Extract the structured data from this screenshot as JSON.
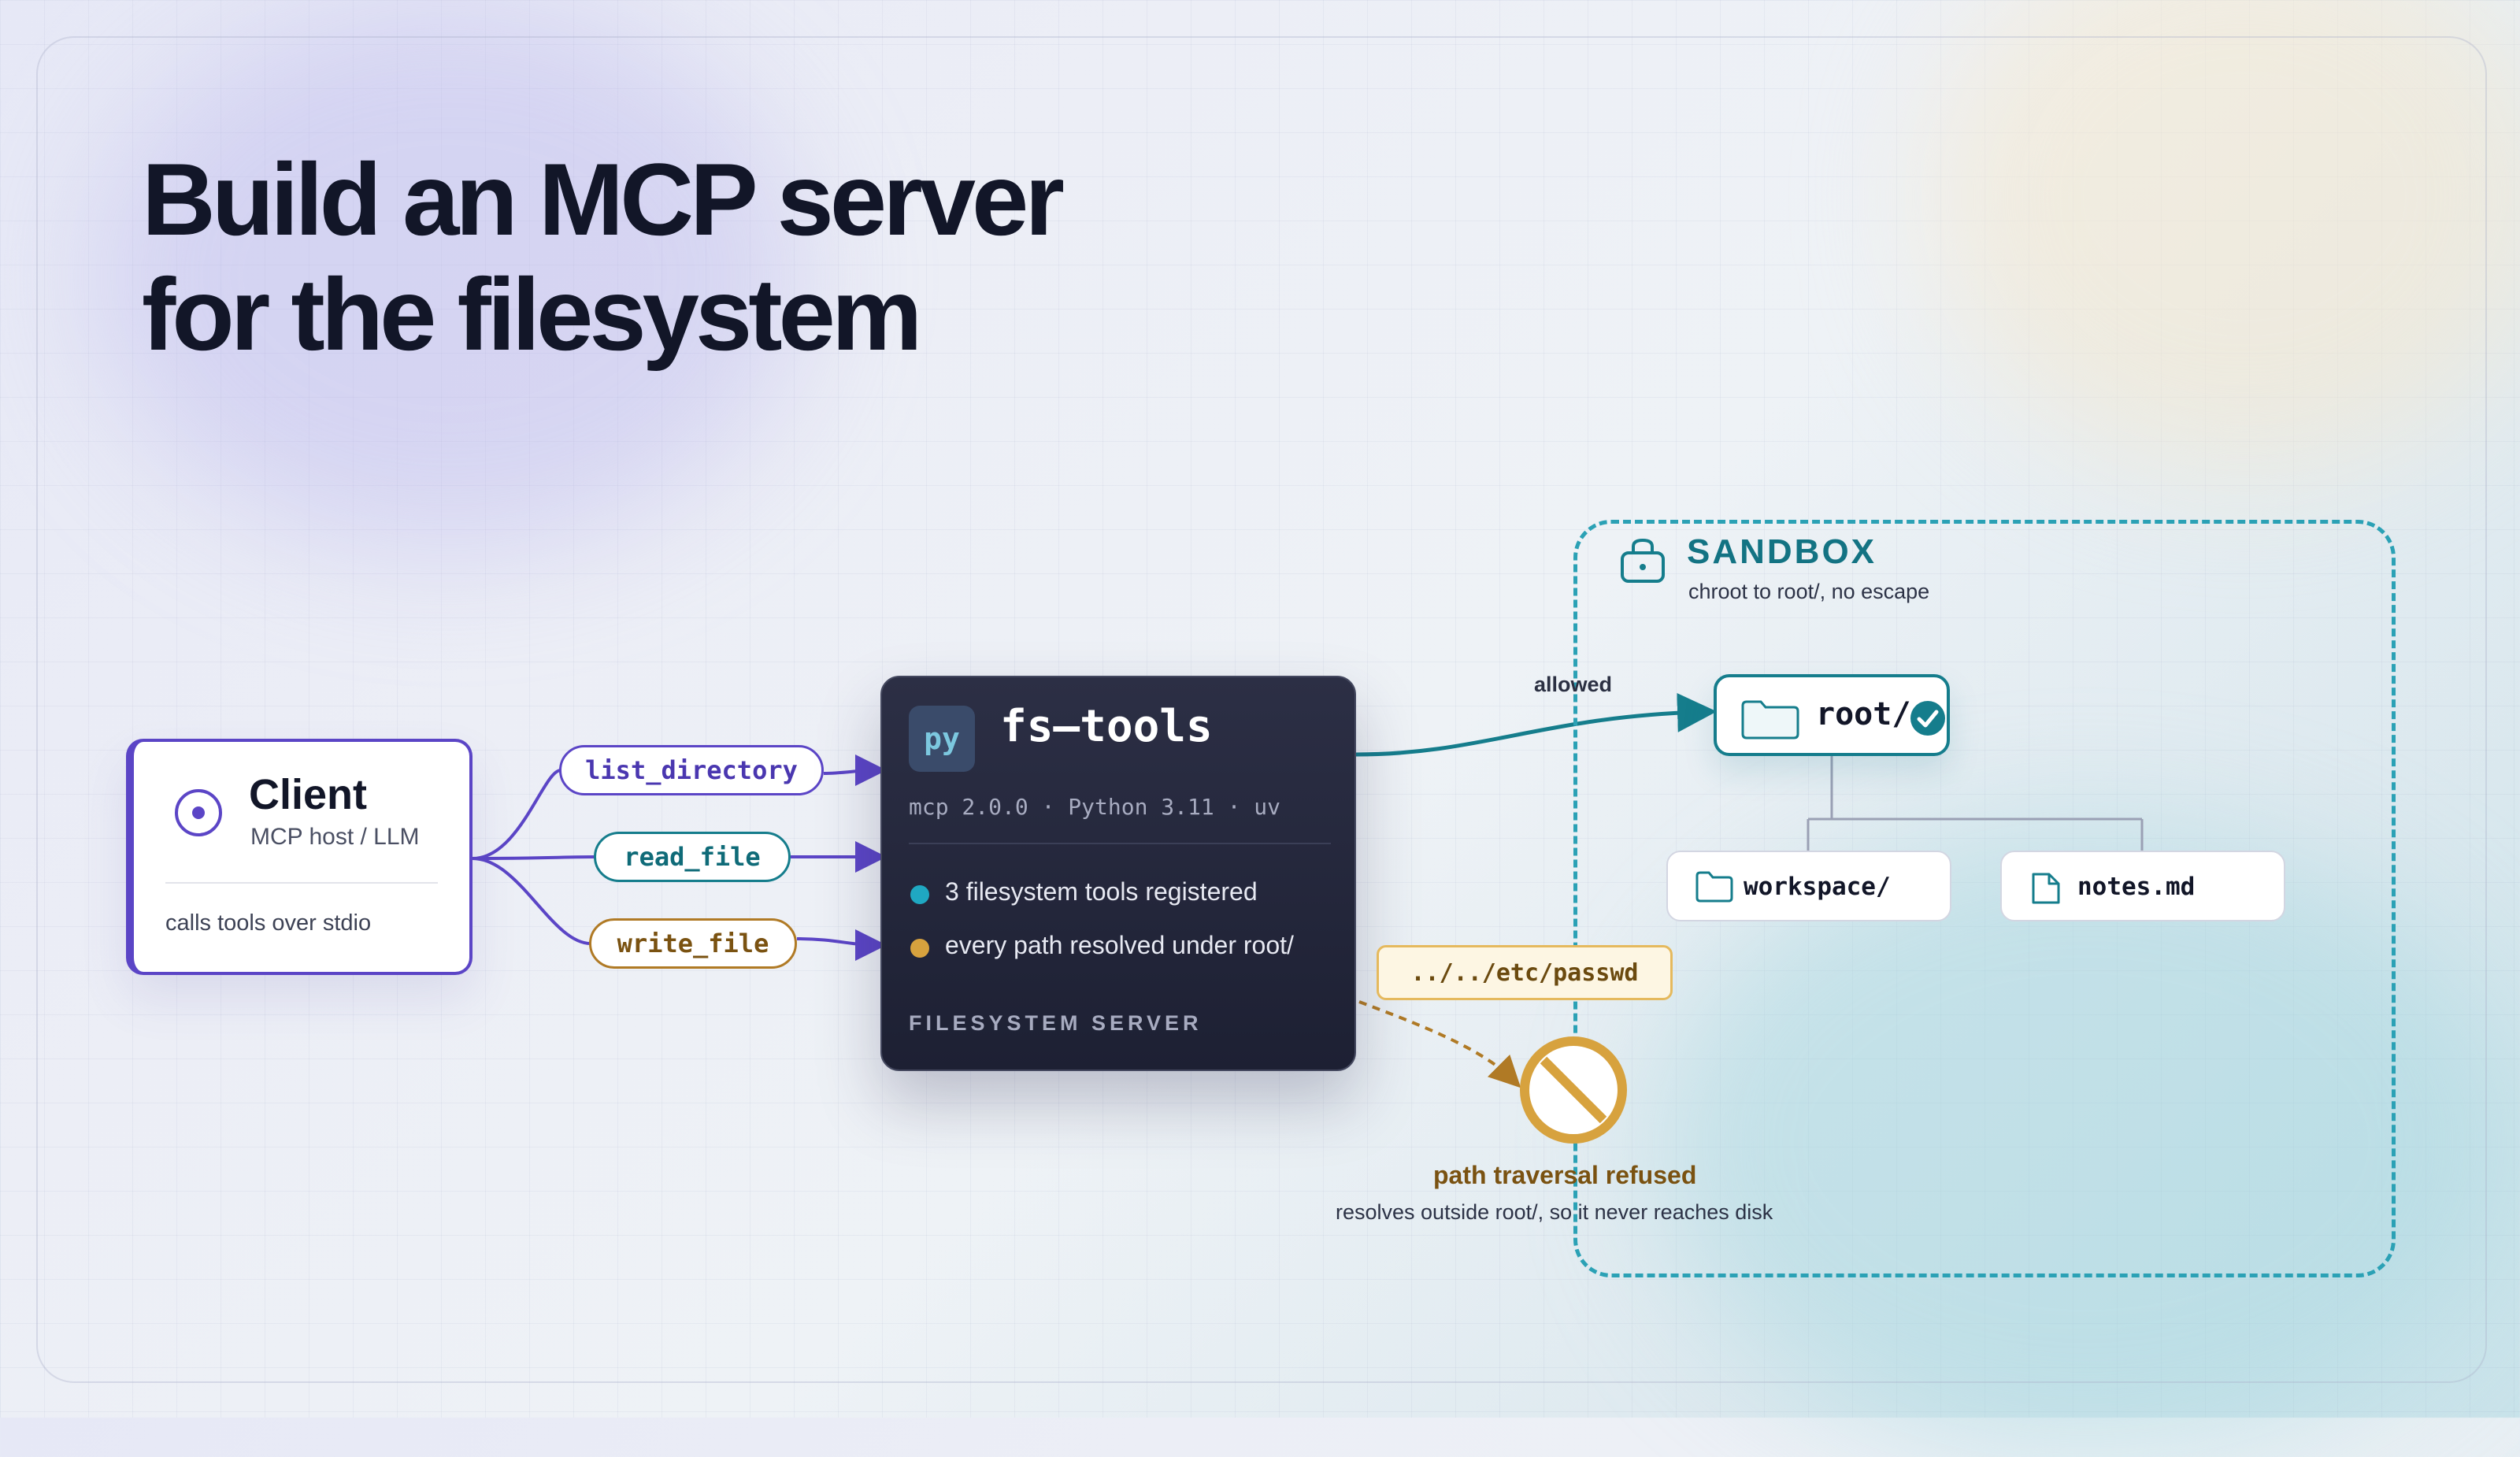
{
  "title": {
    "line1": "Build an MCP server",
    "line2": "for the filesystem"
  },
  "client": {
    "name": "Client",
    "subtitle": "MCP host / LLM",
    "description": "calls tools over stdio"
  },
  "tools": [
    {
      "label": "list_directory",
      "color": "#5b45c6"
    },
    {
      "label": "read_file",
      "color": "#157d8c"
    },
    {
      "label": "write_file",
      "color": "#b07a25"
    }
  ],
  "server": {
    "badge": "py",
    "name": "fs–tools",
    "meta": "mcp 2.0.0 · Python 3.11 · uv",
    "status": [
      {
        "text": "3 filesystem tools registered",
        "color": "#1fa8c2"
      },
      {
        "text": "every path resolved under root/",
        "color": "#d7a23e"
      }
    ],
    "role": "FILESYSTEM SERVER"
  },
  "sandbox": {
    "title": "SANDBOX",
    "subtitle": "chroot to root/, no escape",
    "root": "root/",
    "children": [
      "workspace/",
      "notes.md"
    ],
    "allowed_label": "allowed"
  },
  "traversal": {
    "attempt": "../../etc/passwd",
    "title": "path traversal refused",
    "subtitle": "resolves outside root/, so it never reaches disk"
  },
  "colors": {
    "purple": "#5b45c6",
    "teal": "#157d8c",
    "amber": "#b07a25",
    "server_bg": "#1d2033"
  }
}
